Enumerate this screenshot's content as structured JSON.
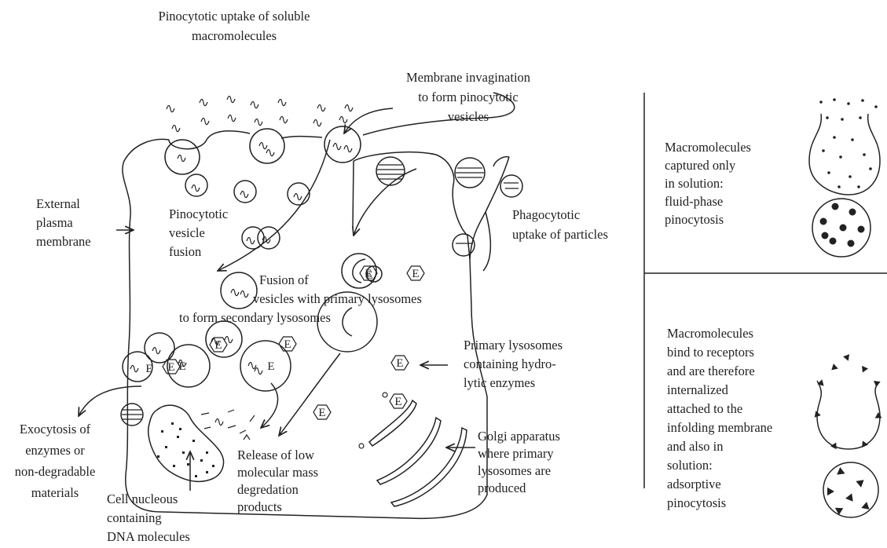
{
  "labels": {
    "pinocytotic_uptake": [
      "Pinocytotic uptake of soluble",
      "macromolecules"
    ],
    "membrane_invagination": [
      "Membrane invagination",
      "to form pinocytotic",
      "vesicles"
    ],
    "external_membrane": [
      "External",
      "plasma",
      "membrane"
    ],
    "vesicle_fusion": [
      "Pinocytotic",
      "vesicle",
      "fusion"
    ],
    "phagocytotic": [
      "Phagocytotic",
      "uptake of particles"
    ],
    "fusion_lysosomes": [
      "Fusion of",
      "vesicles with primary lysosomes",
      "to form secondary lysosomes"
    ],
    "primary_lysosomes": [
      "Primary lysosomes",
      "containing hydro-",
      "lytic enzymes"
    ],
    "exocytosis": [
      "Exocytosis of",
      "enzymes or",
      "non-degradable",
      "materials"
    ],
    "release": [
      "Release of low",
      "molecular mass",
      "degredation",
      "products"
    ],
    "golgi": [
      "Golgi apparatus",
      "where primary",
      "lysosomes are",
      "produced"
    ],
    "nucleus": [
      "Cell nucleous",
      "containing",
      "DNA molecules"
    ],
    "fluid_phase": [
      "Macromolecules",
      "captured only",
      "in solution:",
      "fluid-phase",
      "pinocytosis"
    ],
    "adsorptive": [
      "Macromolecules",
      "bind to receptors",
      "and are therefore",
      "internalized",
      "attached to the",
      "infolding membrane",
      "and also in",
      "solution:",
      "adsorptive",
      "pinocytosis"
    ]
  },
  "enzyme_letter": "E"
}
